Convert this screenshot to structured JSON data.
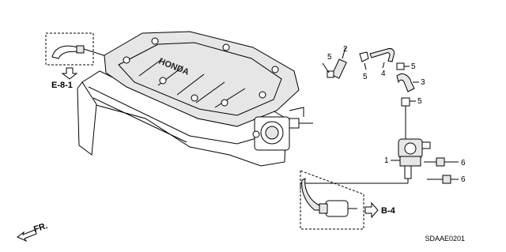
{
  "callouts": {
    "c1": "1",
    "c2": "2",
    "c3": "3",
    "c4": "4",
    "c5a": "5",
    "c5b": "5",
    "c5c": "5",
    "c5d": "5",
    "c6a": "6",
    "c6b": "6"
  },
  "refs": {
    "e81": "E-8-1",
    "b4": "B-4",
    "fr": "FR."
  },
  "cover_logo": "HONDA",
  "diagram_code": "SDAAE0201"
}
